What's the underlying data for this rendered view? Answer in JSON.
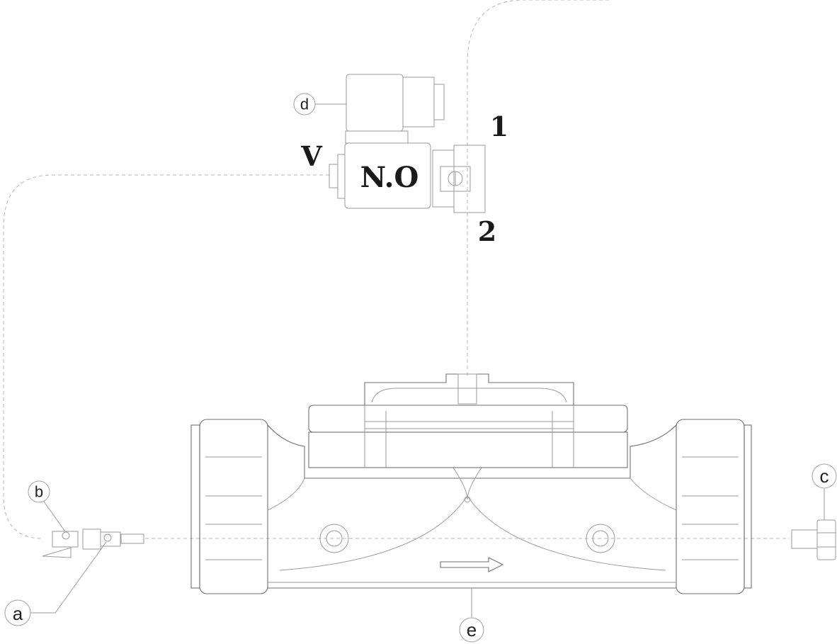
{
  "diagram": {
    "callouts": {
      "a": "a",
      "b": "b",
      "c": "c",
      "d": "d",
      "e": "e"
    },
    "solenoid_label": "N.O",
    "vent_label": "V",
    "port_1": "1",
    "port_2": "2",
    "flow_direction": "right"
  }
}
